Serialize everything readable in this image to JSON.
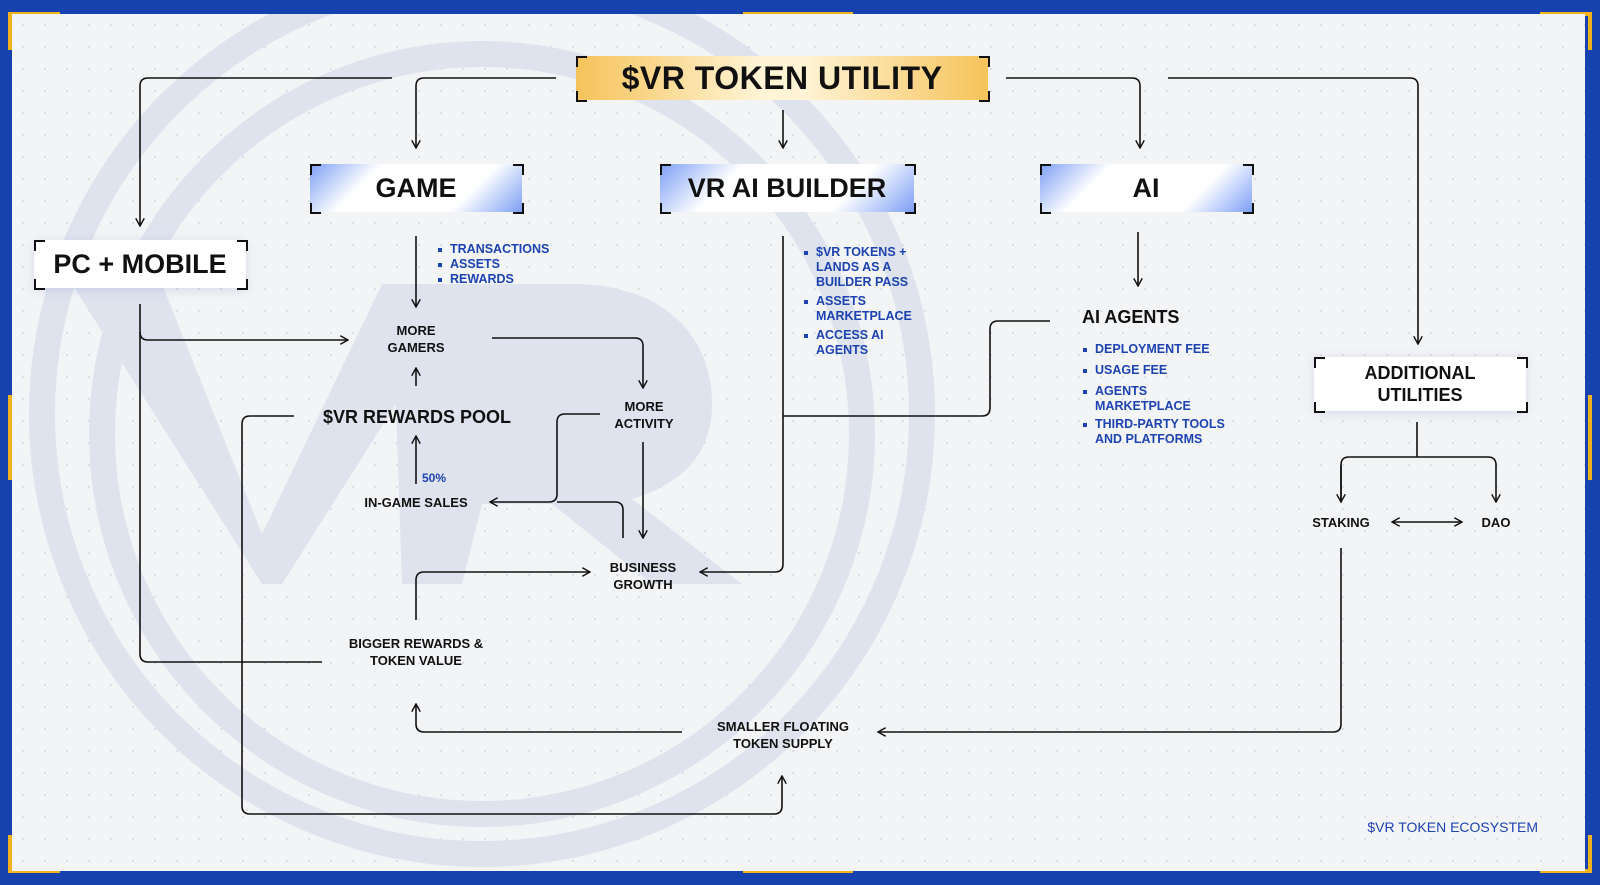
{
  "title": "$VR TOKEN UTILITY",
  "branches": {
    "pc_mobile": "PC + MOBILE",
    "game": "GAME",
    "builder": "VR AI BUILDER",
    "ai": "AI",
    "additional": "ADDITIONAL UTILITIES"
  },
  "game_bullets": [
    "TRANSACTIONS",
    "ASSETS",
    "REWARDS"
  ],
  "builder_bullets": [
    "$VR TOKENS + LANDS AS A BUILDER PASS",
    "ASSETS MARKETPLACE",
    "ACCESS AI AGENTS"
  ],
  "ai_agents": {
    "heading": "AI AGENTS",
    "bullets": [
      "DEPLOYMENT FEE",
      "USAGE FEE",
      "AGENTS MARKETPLACE",
      "THIRD-PARTY TOOLS AND PLATFORMS"
    ]
  },
  "flow": {
    "more_gamers": "MORE GAMERS",
    "rewards_pool": "$VR REWARDS POOL",
    "more_activity": "MORE ACTIVITY",
    "in_game_sales": "IN-GAME SALES",
    "pct": "50%",
    "business_growth": "BUSINESS GROWTH",
    "bigger_rewards": "BIGGER REWARDS & TOKEN VALUE",
    "smaller_supply": "SMALLER FLOATING TOKEN SUPPLY",
    "staking": "STAKING",
    "dao": "DAO"
  },
  "footer": "$VR TOKEN ECOSYSTEM",
  "colors": {
    "frame": "#1642b0",
    "accent_blue": "#1d43b0",
    "gold": "#f2b21b",
    "canvas": "#f3f4f6"
  }
}
